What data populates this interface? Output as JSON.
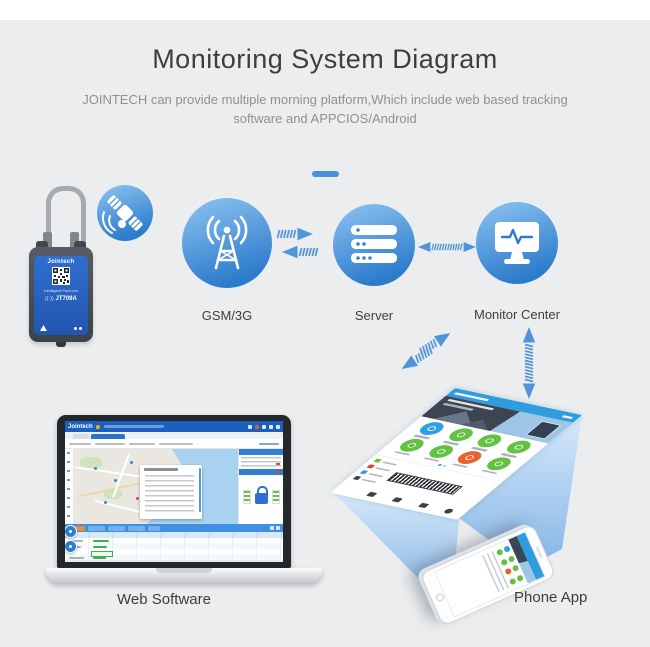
{
  "header": {
    "title": "Monitoring System Diagram",
    "subtitle_line1": "JOINTECH can provide multiple morning platform,Which include web based tracking",
    "subtitle_line2": "software and APPCIOS/Android"
  },
  "flow_nodes": {
    "satellite": {
      "icon": "satellite-icon"
    },
    "gsm": {
      "label": "GSM/3G",
      "icon": "antenna-icon"
    },
    "server": {
      "label": "Server",
      "icon": "server-icon"
    },
    "monitor": {
      "label": "Monitor Center",
      "icon": "monitor-pulse-icon"
    }
  },
  "padlock_device": {
    "brand": "Jointech",
    "product_type": "Intelligent PadLock",
    "nfc_mark": "((·))",
    "model": "JT709A"
  },
  "web_software": {
    "caption": "Web Software",
    "app_logo": "Jointech"
  },
  "phone_app": {
    "caption": "Phone App",
    "ui": {
      "grid_rows": [
        [
          "blue",
          "green",
          "green",
          "green"
        ],
        [
          "green",
          "green",
          "orange",
          "green"
        ]
      ],
      "legend": [
        "green",
        "red",
        "blue",
        "dark"
      ],
      "mini_rows": [
        [
          "blue",
          "green",
          "green",
          "green"
        ],
        [
          "green",
          "green",
          "orange",
          "green"
        ]
      ]
    }
  },
  "colors": {
    "background": "#ebedee",
    "accent_blue": "#4a92dc",
    "node_gradient_top": "#8ec4f1",
    "node_gradient_bottom": "#2d7ccc",
    "arrow_blue": "#5094d9",
    "beam_light": "#d6e9fa",
    "beam_dark": "#7fb2e6",
    "device_panel_blue": "#2a62c4",
    "web_topbar_blue": "#1b5fc1",
    "app_header_blue": "#2f9ce0",
    "app_green": "#64c243",
    "app_orange": "#e8622d"
  }
}
